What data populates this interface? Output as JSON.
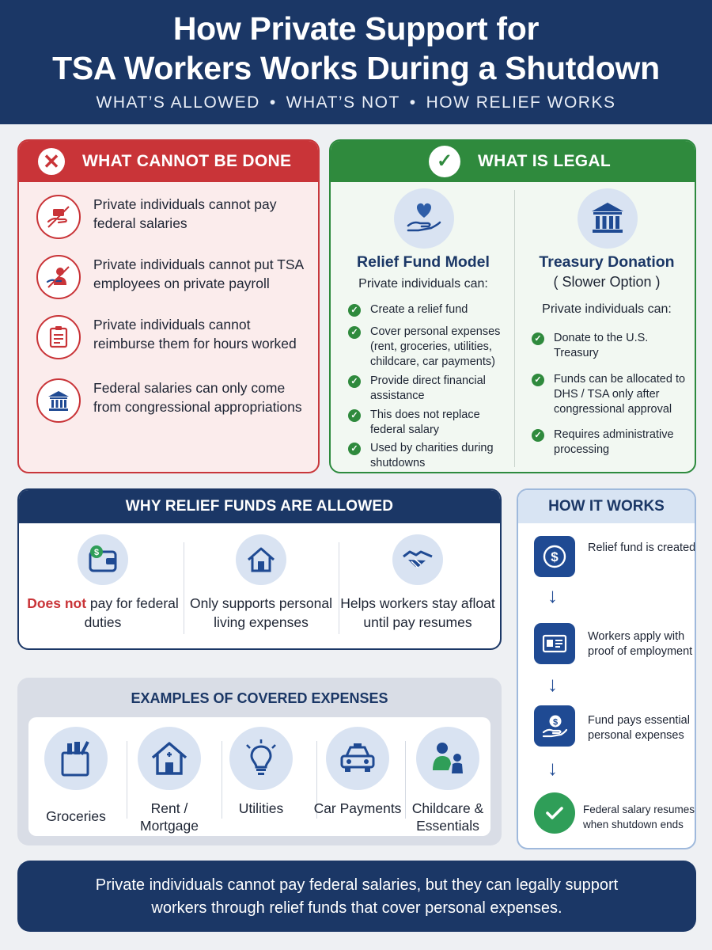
{
  "header": {
    "title_line1": "How Private Support for",
    "title_line2": "TSA Workers Works During a Shutdown",
    "sub_items": [
      "WHAT’S ALLOWED",
      "WHAT’S NOT",
      "HOW RELIEF WORKS"
    ],
    "separator": "•"
  },
  "cannot": {
    "title": "WHAT CANNOT BE DONE",
    "icon": "x-icon",
    "items": [
      {
        "icon": "hand-money-prohibited-icon",
        "text": "Private individuals cannot pay federal salaries"
      },
      {
        "icon": "person-payroll-prohibited-icon",
        "text": "Private individuals cannot put TSA employees on private payroll"
      },
      {
        "icon": "timesheet-prohibited-icon",
        "text": "Private individuals cannot reimburse them for hours worked"
      },
      {
        "icon": "government-building-icon",
        "text": "Federal salaries can only come from congressional appropriations"
      }
    ]
  },
  "legal": {
    "title": "WHAT IS LEGAL",
    "icon": "check-icon",
    "relief": {
      "icon": "heart-hand-icon",
      "title": "Relief Fund Model",
      "intro": "Private individuals can:",
      "items": [
        "Create a relief fund",
        "Cover personal expenses (rent, groceries, utilities, childcare, car payments)",
        "Provide direct financial assistance",
        "This does not replace federal salary",
        "Used by charities during shutdowns"
      ]
    },
    "treasury": {
      "icon": "treasury-building-icon",
      "title": "Treasury Donation",
      "subtitle": "( Slower Option )",
      "intro": "Private individuals can:",
      "items": [
        "Donate to the U.S. Treasury",
        "Funds can be allocated to DHS / TSA only after congressional approval",
        "Requires administrative processing"
      ]
    }
  },
  "why": {
    "title": "WHY RELIEF FUNDS ARE ALLOWED",
    "items": [
      {
        "icon": "wallet-icon",
        "emphasis": "Does not",
        "text": " pay for federal duties"
      },
      {
        "icon": "house-icon",
        "text": "Only supports personal living expenses"
      },
      {
        "icon": "handshake-icon",
        "text": "Helps workers stay afloat until pay resumes"
      }
    ]
  },
  "how": {
    "title": "HOW IT WORKS",
    "steps": [
      {
        "icon": "dollar-coin-icon",
        "text": "Relief fund is created"
      },
      {
        "icon": "id-card-icon",
        "text": "Workers apply with proof of employment"
      },
      {
        "icon": "hand-dollar-icon",
        "text": "Fund pays essential personal expenses"
      },
      {
        "icon": "check-circle-icon",
        "text": "Federal salary resumes when shutdown ends"
      }
    ],
    "arrow": "↓"
  },
  "examples": {
    "title": "EXAMPLES OF COVERED EXPENSES",
    "items": [
      {
        "icon": "grocery-bag-icon",
        "text": "Groceries"
      },
      {
        "icon": "home-icon",
        "text": "Rent / Mortgage"
      },
      {
        "icon": "lightbulb-icon",
        "text": "Utilities"
      },
      {
        "icon": "car-icon",
        "text": "Car Payments"
      },
      {
        "icon": "parent-child-icon",
        "text": "Childcare & Essentials"
      }
    ]
  },
  "footer": {
    "line1": "Private individuals cannot pay federal salaries, but they can legally support",
    "line2": "workers through relief funds that cover personal expenses."
  },
  "colors": {
    "navy": "#1b3766",
    "red": "#c93438",
    "green": "#2f8a3d",
    "light_blue": "#d9e3f2"
  }
}
